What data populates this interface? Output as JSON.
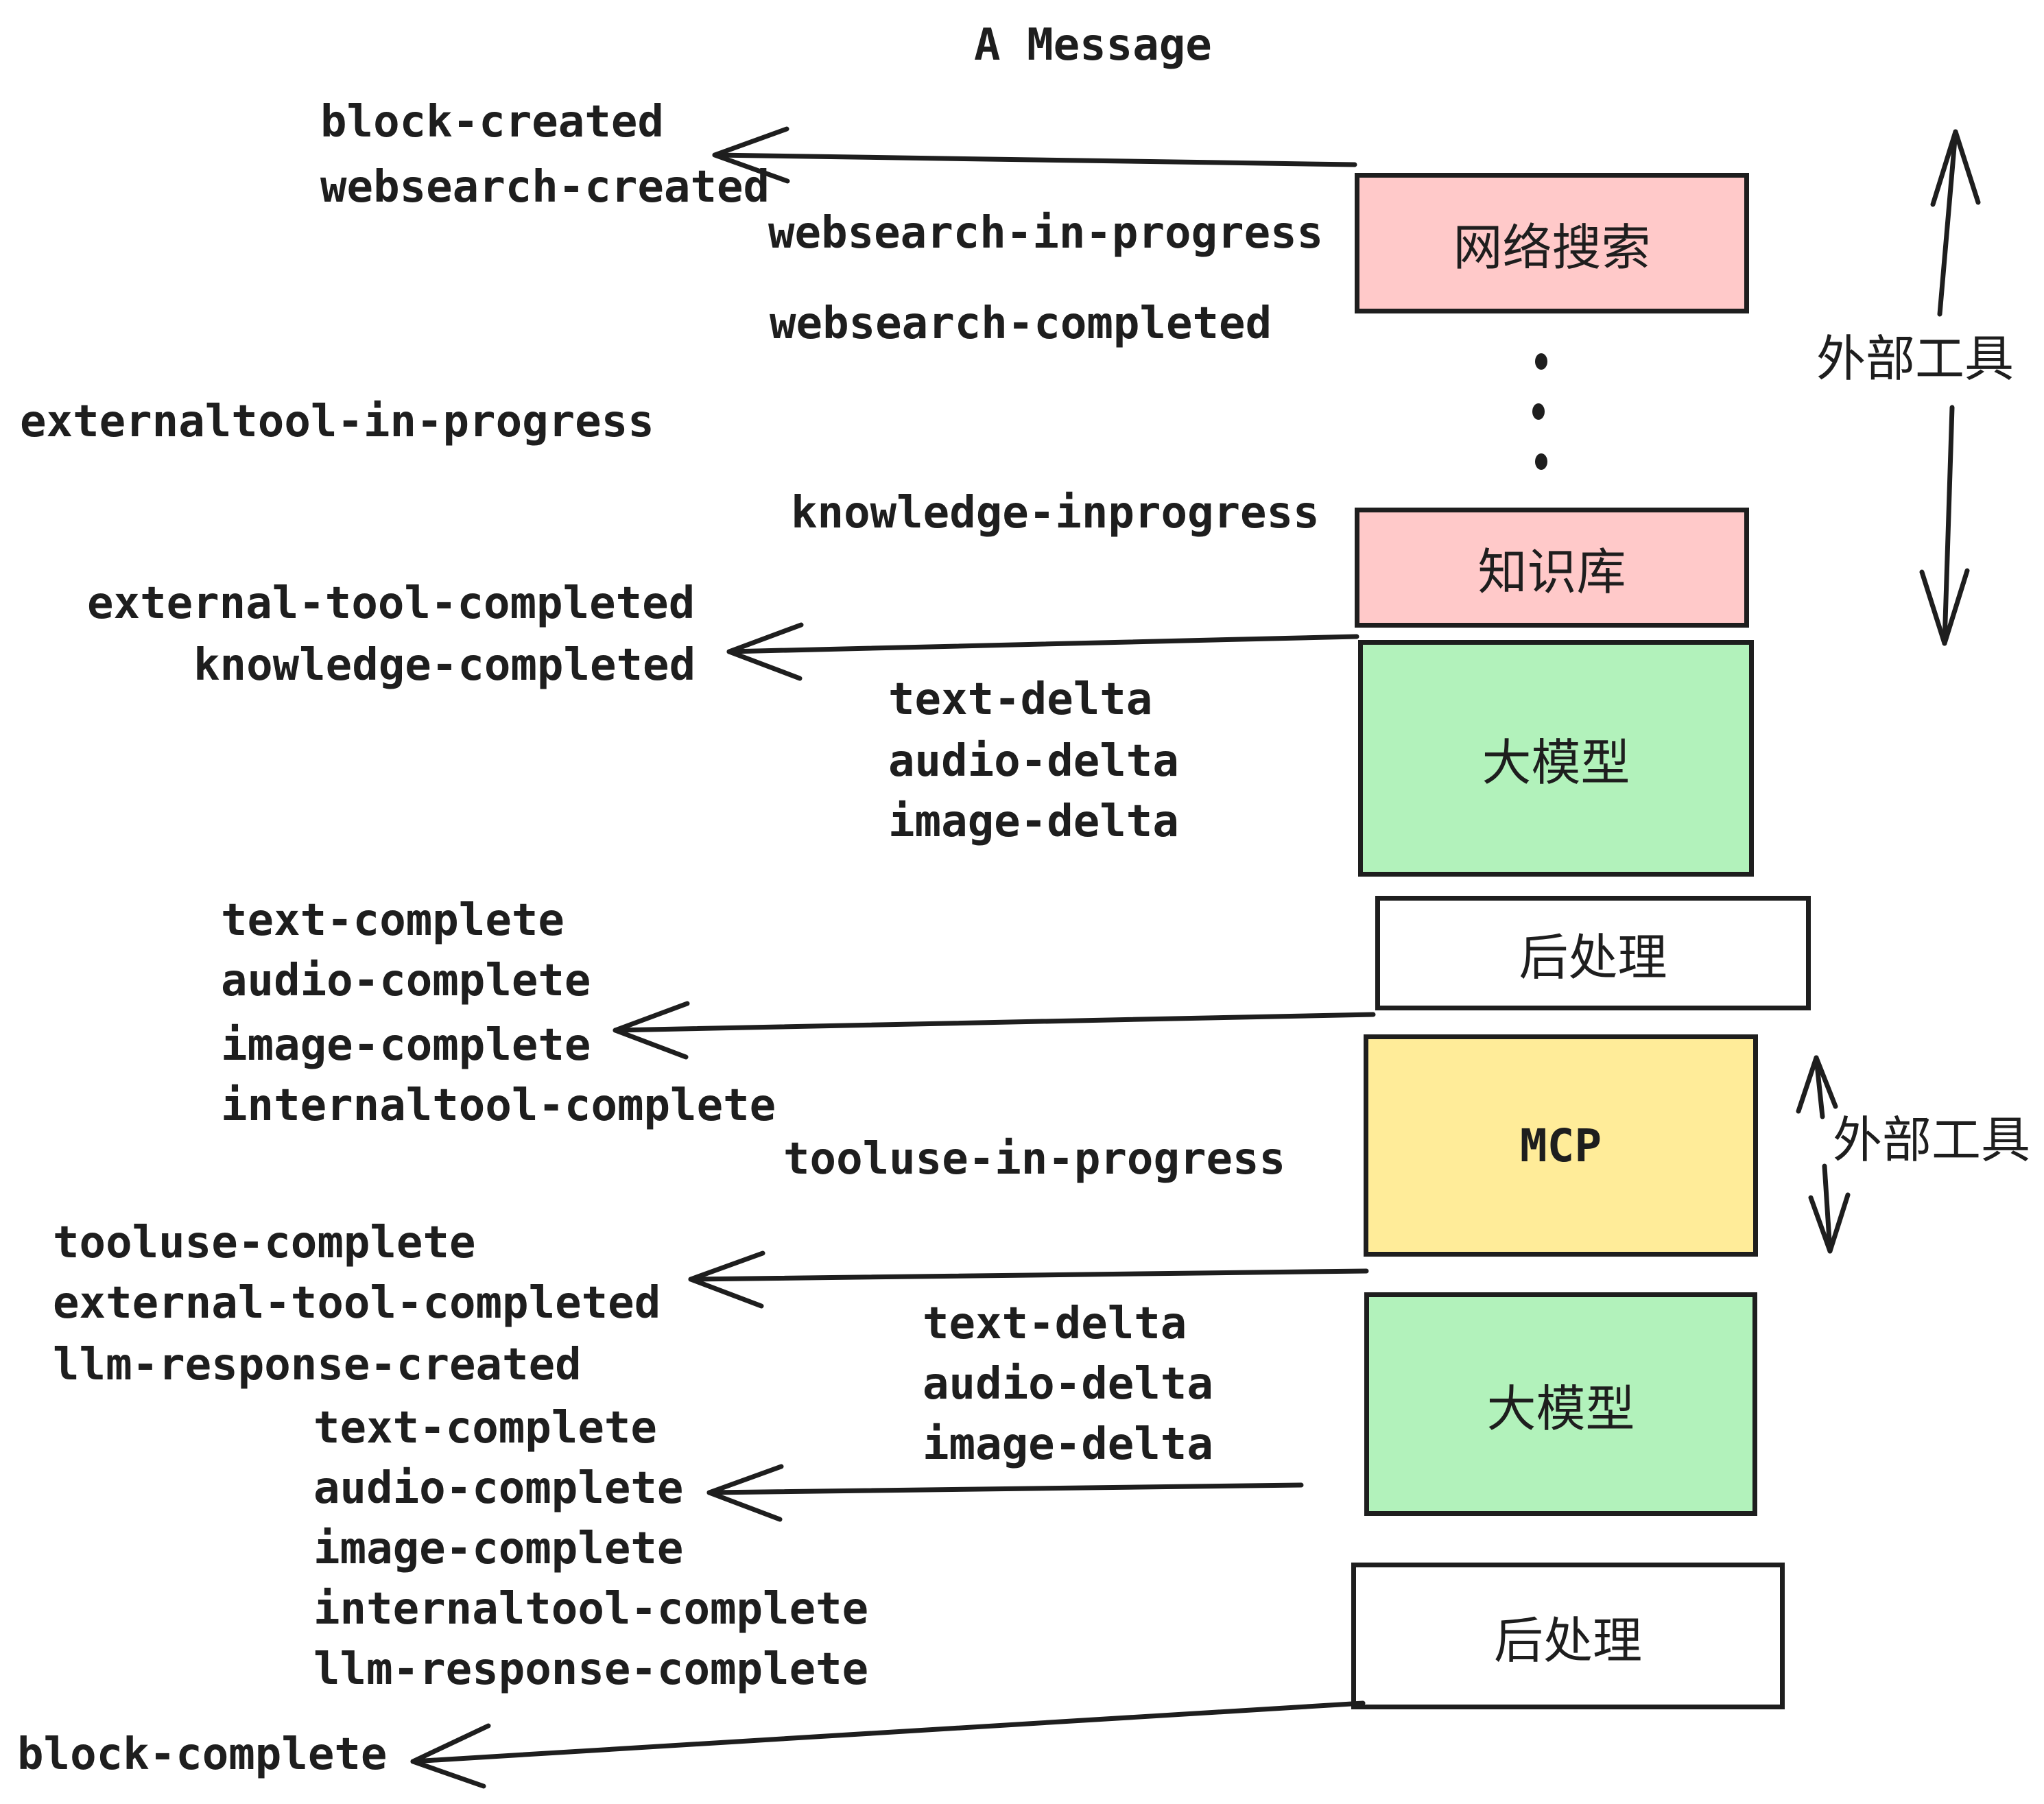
{
  "title": "A Message",
  "colors": {
    "stroke": "#1e1e1e",
    "pink_box": "#ffc9c9",
    "green_box": "#b2f2bb",
    "yellow_box": "#ffec99",
    "white_box": "#ffffff",
    "background": "#ffffff"
  },
  "boxes": {
    "websearch": {
      "label": "网络搜索",
      "fill": "#ffc9c9"
    },
    "knowledge": {
      "label": "知识库",
      "fill": "#ffc9c9"
    },
    "llm1": {
      "label": "大模型",
      "fill": "#b2f2bb"
    },
    "postprocess1": {
      "label": "后处理",
      "fill": "#ffffff"
    },
    "mcp": {
      "label": "MCP",
      "fill": "#ffec99"
    },
    "llm2": {
      "label": "大模型",
      "fill": "#b2f2bb"
    },
    "postprocess2": {
      "label": "后处理",
      "fill": "#ffffff"
    }
  },
  "side_labels": {
    "external_tools_top": "外部工具",
    "external_tools_bottom": "外部工具"
  },
  "events": {
    "block_created": "block-created",
    "websearch_created": "websearch-created",
    "websearch_in_progress": "websearch-in-progress",
    "websearch_completed": "websearch-completed",
    "externaltool_in_progress": "externaltool-in-progress",
    "knowledge_inprogress": "knowledge-inprogress",
    "external_tool_completed_1": "external-tool-completed",
    "knowledge_completed": "knowledge-completed",
    "text_delta_1": "text-delta",
    "audio_delta_1": "audio-delta",
    "image_delta_1": "image-delta",
    "text_complete_1": "text-complete",
    "audio_complete_1": "audio-complete",
    "image_complete_1": "image-complete",
    "internaltool_complete_1": "internaltool-complete",
    "tooluse_in_progress": "tooluse-in-progress",
    "tooluse_complete": "tooluse-complete",
    "external_tool_completed_2": "external-tool-completed",
    "llm_response_created": "llm-response-created",
    "text_delta_2": "text-delta",
    "audio_delta_2": "audio-delta",
    "image_delta_2": "image-delta",
    "text_complete_2": "text-complete",
    "audio_complete_2": "audio-complete",
    "image_complete_2": "image-complete",
    "internaltool_complete_2": "internaltool-complete",
    "llm_response_complete": "llm-response-complete",
    "block_complete": "block-complete"
  }
}
